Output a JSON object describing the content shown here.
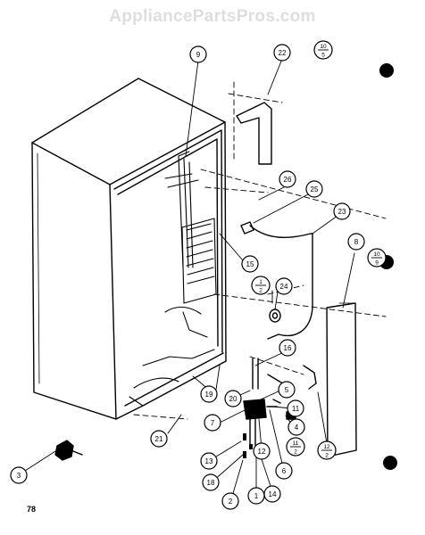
{
  "watermark": "AppliancePartsPros.com",
  "page_number": "78",
  "callouts": [
    {
      "id": "c9",
      "label": "9"
    },
    {
      "id": "c22",
      "label": "22"
    },
    {
      "id": "c26",
      "label": "26"
    },
    {
      "id": "c25",
      "label": "25"
    },
    {
      "id": "c23",
      "label": "23"
    },
    {
      "id": "c8",
      "label": "8"
    },
    {
      "id": "c15",
      "label": "15"
    },
    {
      "id": "c24",
      "label": "24"
    },
    {
      "id": "c16",
      "label": "16"
    },
    {
      "id": "c5",
      "label": "5"
    },
    {
      "id": "c11",
      "label": "11"
    },
    {
      "id": "c4",
      "label": "4"
    },
    {
      "id": "c19",
      "label": "19"
    },
    {
      "id": "c20",
      "label": "20"
    },
    {
      "id": "c7",
      "label": "7"
    },
    {
      "id": "c21",
      "label": "21"
    },
    {
      "id": "c13",
      "label": "13"
    },
    {
      "id": "c12",
      "label": "12"
    },
    {
      "id": "c6",
      "label": "6"
    },
    {
      "id": "c18",
      "label": "18"
    },
    {
      "id": "c2",
      "label": "2"
    },
    {
      "id": "c1",
      "label": "1"
    },
    {
      "id": "c14",
      "label": "14"
    },
    {
      "id": "c3",
      "label": "3"
    }
  ],
  "fraction_callouts": [
    {
      "id": "f10_5",
      "num": "10",
      "den": "5"
    },
    {
      "id": "f10_9",
      "num": "10",
      "den": "9"
    },
    {
      "id": "f1_2",
      "num": "1",
      "den": "2"
    },
    {
      "id": "f11_2",
      "num": "11",
      "den": "2"
    },
    {
      "id": "f12_2",
      "num": "12",
      "den": "2"
    }
  ]
}
